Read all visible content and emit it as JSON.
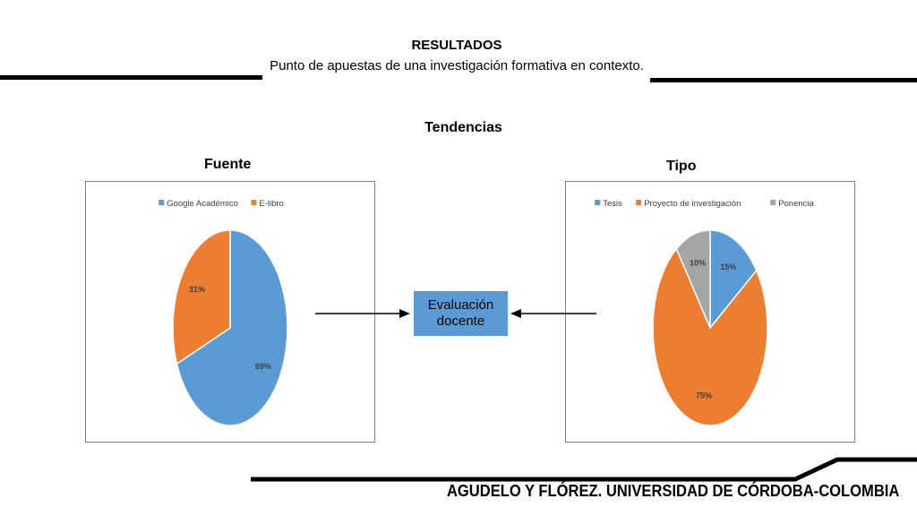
{
  "header": {
    "title": "RESULTADOS",
    "subtitle": "Punto de apuestas de una investigación formativa en contexto."
  },
  "section": {
    "title": "Tendencias"
  },
  "center_box": {
    "line1": "Evaluación",
    "line2": "docente"
  },
  "footer": {
    "text": "AGUDELO Y FLÓREZ. UNIVERSIDAD DE CÓRDOBA-COLOMBIA"
  },
  "colors": {
    "blue": "#5b9bd5",
    "orange": "#ed7d31",
    "gray": "#a5a5a5"
  },
  "chart_data": [
    {
      "type": "pie",
      "title": "Fuente",
      "categories": [
        "Google Académico",
        "E-libro"
      ],
      "values": [
        69,
        31
      ],
      "labels": [
        "69%",
        "31%"
      ],
      "legend": "top"
    },
    {
      "type": "pie",
      "title": "Tipo",
      "categories": [
        "Tesis",
        "Proyecto de investigación",
        "Ponencia"
      ],
      "values": [
        15,
        75,
        10
      ],
      "labels": [
        "15%",
        "75%",
        "10%"
      ],
      "legend": "top"
    }
  ]
}
